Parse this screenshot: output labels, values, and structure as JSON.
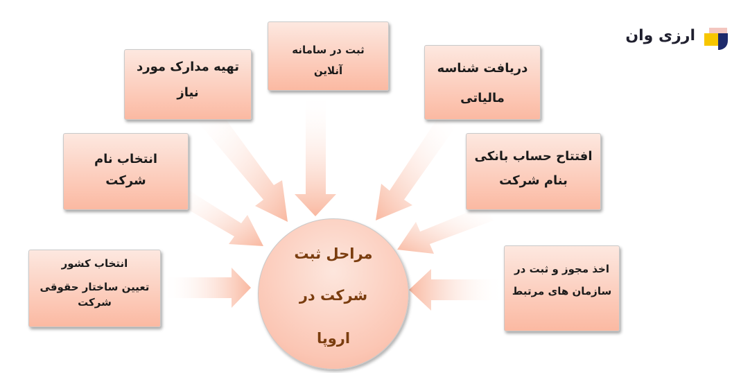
{
  "center": {
    "lines": [
      "مراحل ثبت",
      "شرکت در",
      "اروپا"
    ]
  },
  "steps": [
    {
      "id": "preparing-documents",
      "lines": [
        "تهیه مدارک مورد",
        "نیاز"
      ]
    },
    {
      "id": "online-registration",
      "lines": [
        "ثبت در سامانه",
        "آنلاین"
      ]
    },
    {
      "id": "tax-id",
      "lines": [
        "دریافت شناسه",
        "مالیاتی"
      ]
    },
    {
      "id": "choose-name",
      "lines": [
        "انتخاب نام",
        "شرکت"
      ]
    },
    {
      "id": "bank-account",
      "lines": [
        "افتتاح حساب بانکی",
        "بنام شرکت"
      ]
    },
    {
      "id": "country-structure",
      "lines": [
        "انتخاب کشور",
        "تعیین ساختار حقوقی",
        "شرکت"
      ]
    },
    {
      "id": "licenses",
      "lines": [
        "اخذ مجوز و ثبت در",
        "سازمان های مرتبط"
      ]
    }
  ],
  "logo": {
    "text": "ارزی وان",
    "colors": {
      "yellow": "#f7c600",
      "navy": "#1e2a6b",
      "pink": "#f3c6c0"
    }
  },
  "colors": {
    "box_top": "#fde8e0",
    "box_bottom": "#fbb9a2",
    "arrow": "#f9c2ad",
    "center_text": "#7a3d0f"
  }
}
